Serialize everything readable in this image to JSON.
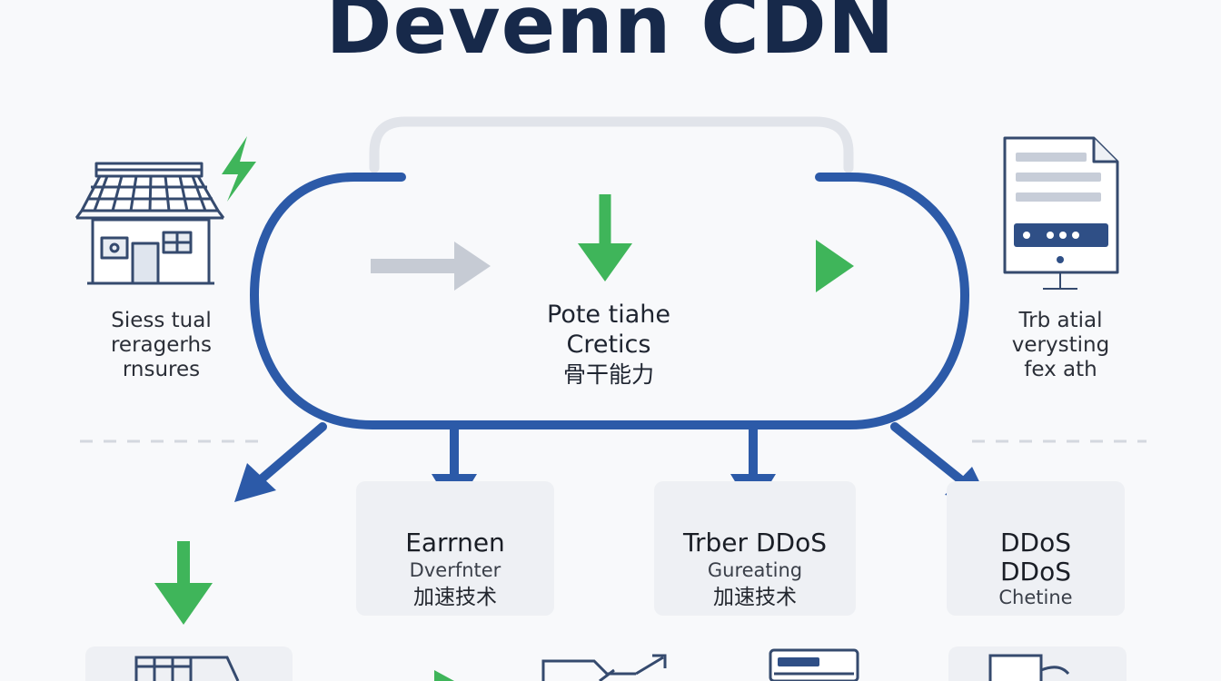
{
  "header": {
    "title": "Devenn CDN"
  },
  "left_label": {
    "line1": "Siess tual",
    "line2": "reragerhs",
    "line3": "rnsures"
  },
  "center_label": {
    "line1": "Pote tiahe",
    "line2": "Cretics",
    "line3": "骨干能力"
  },
  "right_label": {
    "line1": "Trb atial",
    "line2": "verysting",
    "line3": "fex ath"
  },
  "cards": [
    {
      "title": "Earrnen",
      "subtitle": "Dverfnter",
      "caption": "加速技术"
    },
    {
      "title": "Trber DDoS",
      "subtitle": "Gureating",
      "caption": "加速技术"
    },
    {
      "title": "DDoS",
      "title2": "DDoS",
      "caption": "Chetine"
    }
  ],
  "colors": {
    "navy": "#17294a",
    "blue": "#2c5aa8",
    "green": "#3fb55a",
    "gray": "#c6cbd4",
    "card": "#eef0f4"
  }
}
